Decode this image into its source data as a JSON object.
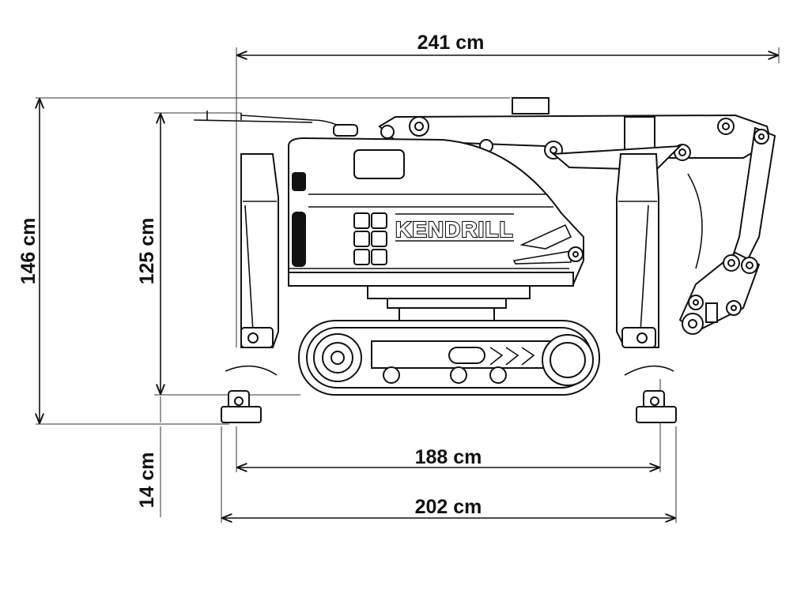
{
  "brand": "KENDRILL",
  "dimensions": {
    "overall_length": "241 cm",
    "overall_height": "146 cm",
    "body_height": "125 cm",
    "ground_clearance": "14 cm",
    "track_span": "188 cm",
    "outrigger_span": "202 cm"
  }
}
